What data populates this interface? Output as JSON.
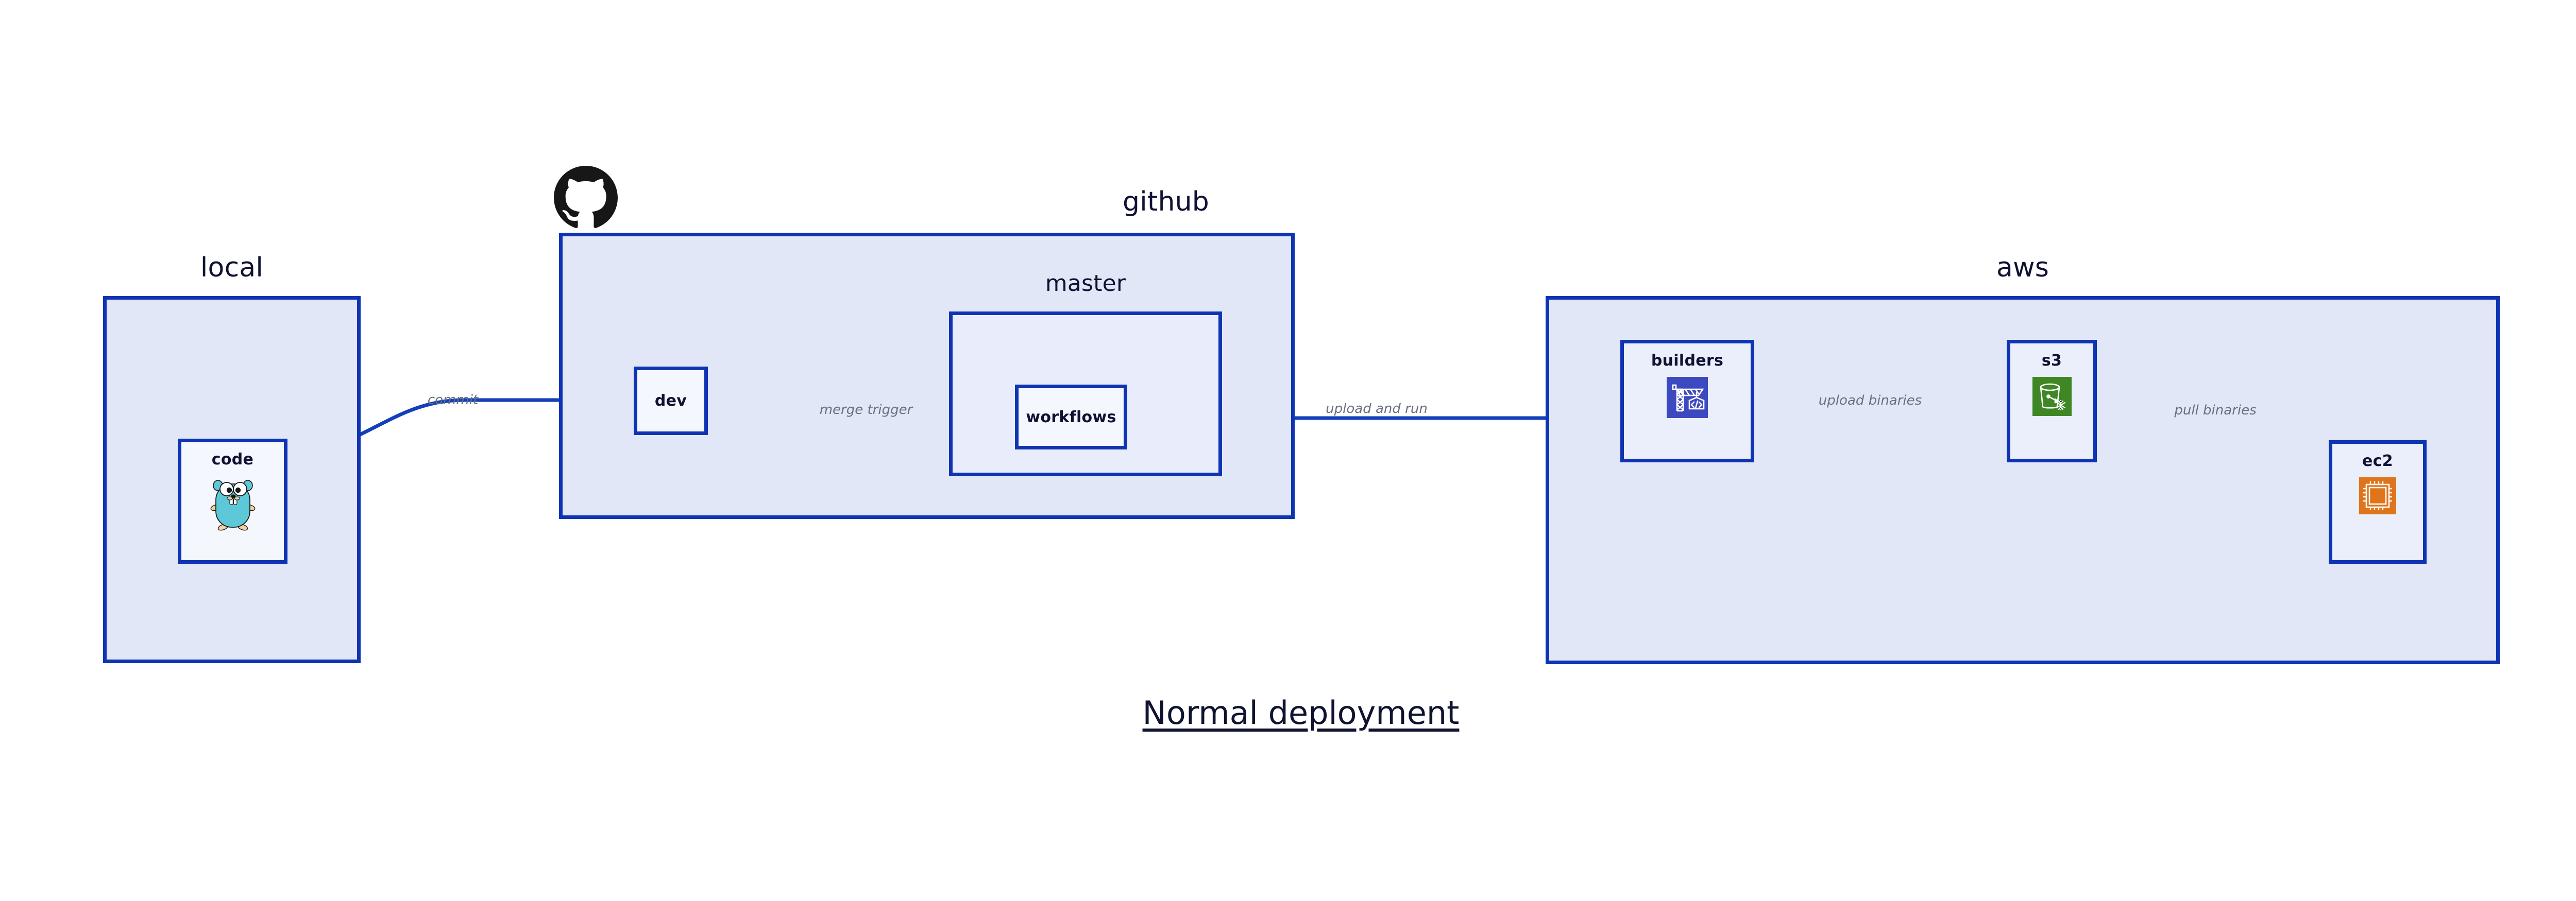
{
  "title": {
    "text": "Normal deployment"
  },
  "colors": {
    "group_fill": "#E2E7F8",
    "group_border": "#0E34B4",
    "node_fill": "#EAEFFB",
    "edge_stroke": "#1340B8",
    "edge_label": "#6A6F80",
    "label_text": "#101233",
    "builders_icon_bg": "#3D49C0",
    "s3_icon_bg": "#3F8624",
    "ec2_icon_bg": "#E0741B",
    "gopher_body": "#5DC9D8",
    "github_logo": "#181717"
  },
  "groups": [
    {
      "id": "local",
      "label": "local"
    },
    {
      "id": "github",
      "label": "github"
    },
    {
      "id": "master",
      "label": "master"
    },
    {
      "id": "aws",
      "label": "aws"
    }
  ],
  "nodes": [
    {
      "id": "code",
      "label": "code",
      "icon": "go-gopher-icon"
    },
    {
      "id": "dev",
      "label": "dev",
      "icon": null
    },
    {
      "id": "workflows",
      "label": "workflows",
      "icon": null
    },
    {
      "id": "builders",
      "label": "builders",
      "icon": "aws-crane-code-icon"
    },
    {
      "id": "s3",
      "label": "s3",
      "icon": "aws-s3-bucket-icon"
    },
    {
      "id": "ec2",
      "label": "ec2",
      "icon": "aws-ec2-chip-icon"
    }
  ],
  "edges": [
    {
      "id": "code-dev",
      "from": "code",
      "to": "dev",
      "label": "commit"
    },
    {
      "id": "dev-workflows",
      "from": "dev",
      "to": "workflows",
      "label": "merge trigger"
    },
    {
      "id": "workflows-builders",
      "from": "workflows",
      "to": "builders",
      "label": "upload and run"
    },
    {
      "id": "builders-s3",
      "from": "builders",
      "to": "s3",
      "label": "upload binaries"
    },
    {
      "id": "s3-ec2",
      "from": "s3",
      "to": "ec2",
      "label": "pull binaries"
    }
  ],
  "logos": [
    {
      "id": "github-logo",
      "name": "github-logo"
    }
  ]
}
